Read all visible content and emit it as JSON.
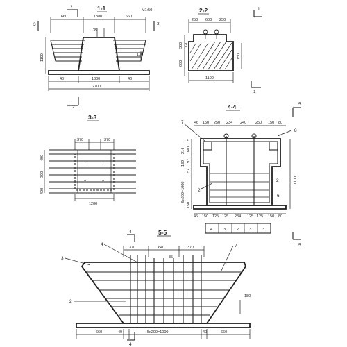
{
  "sections": {
    "s11": {
      "title": "1-1",
      "scale": "M1:50",
      "cut_mark_a": "2",
      "cut_mark_b": "3",
      "dims_top": [
        "660",
        "1380",
        "660"
      ],
      "dim_left": "1100",
      "dims_bottom": [
        "40",
        "1300",
        "40"
      ],
      "dim_total": "2700",
      "anchor_width": "35",
      "hook": "100"
    },
    "s22": {
      "title": "2-2",
      "cut_mark": "1",
      "dims_top": [
        "250",
        "600",
        "250"
      ],
      "dim_total": "1100",
      "left_dims": [
        "380",
        "600",
        "120"
      ],
      "right_dim": "150",
      "bottom_mark": "1"
    },
    "s33": {
      "title": "3-3",
      "dims_top": [
        "370",
        "370"
      ],
      "left_dims": [
        "400",
        "300",
        "400"
      ],
      "dim_bottom": "1200"
    },
    "s44": {
      "title": "4-4",
      "cut_mark": "5",
      "dims_top": [
        "46",
        "150",
        "250",
        "234",
        "240",
        "250",
        "150",
        "80"
      ],
      "dims_bottom": [
        "46",
        "150",
        "125",
        "125",
        "234",
        "125",
        "125",
        "150",
        "80"
      ],
      "left_dims": [
        "15",
        "140",
        "214",
        "197",
        "139",
        "157",
        "5x200=1000",
        "150"
      ],
      "dim_height": "1100",
      "labels": [
        "7",
        "8",
        "2",
        "6",
        "2"
      ],
      "schedule": [
        "4",
        "3",
        "2",
        "3",
        "3"
      ],
      "bottom_mark": "5"
    },
    "s55": {
      "title": "5-5",
      "dims_top": [
        "370",
        "640",
        "370"
      ],
      "dim_small": "35",
      "labels": [
        "3",
        "4",
        "2",
        "7",
        "180"
      ],
      "dims_bottom": [
        "660",
        "40",
        "5x200=1000",
        "40",
        "660"
      ],
      "cut_mark_a": "4",
      "cut_mark_b": "4"
    }
  }
}
